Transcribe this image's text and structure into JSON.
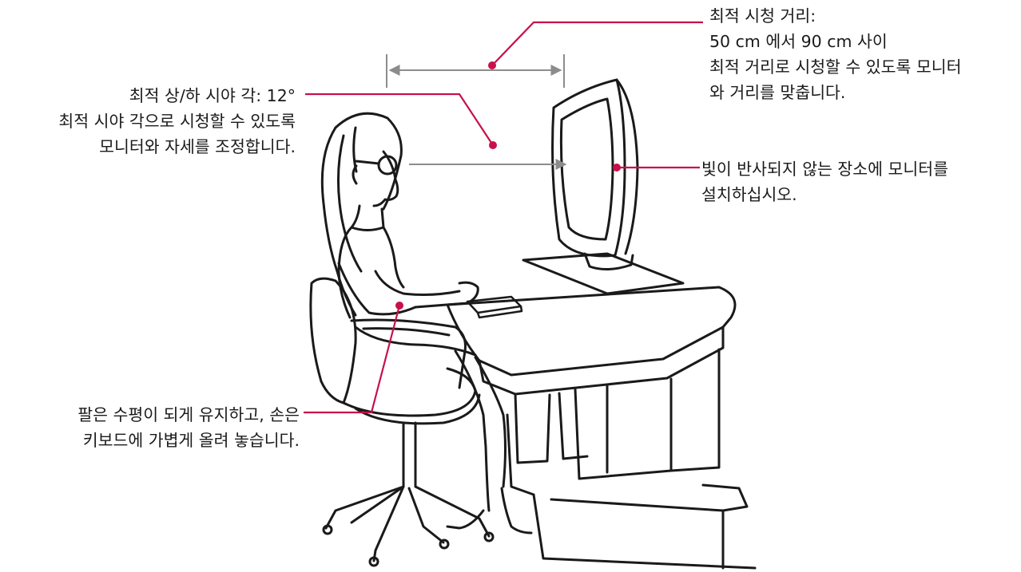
{
  "diagram": {
    "callouts": {
      "viewing_distance": {
        "lines": [
          "최적 시청 거리:",
          "50 cm 에서 90 cm 사이",
          "최적 거리로 시청할 수 있도록 모니터",
          "와 거리를 맞춥니다."
        ]
      },
      "viewing_angle": {
        "lines": [
          "최적 상/하 시야 각: 12°",
          "최적 시야 각으로 시청할 수 있도록",
          "모니터와 자세를 조정합니다."
        ]
      },
      "glare": {
        "lines": [
          "빛이 반사되지 않는 장소에 모니터를",
          "설치하십시오."
        ]
      },
      "arm_position": {
        "lines": [
          "팔은 수평이 되게 유지하고, 손은",
          "키보드에 가볍게 올려 놓습니다."
        ]
      }
    },
    "colors": {
      "leader_line": "#c8104a",
      "dimension_line": "#8c8c8c",
      "drawing_stroke": "#1a1a1a",
      "text": "#1a1a1a"
    },
    "icons": [
      "woman-at-desk-illustration",
      "monitor-illustration",
      "chair-illustration",
      "desk-illustration",
      "keyboard-illustration"
    ]
  }
}
